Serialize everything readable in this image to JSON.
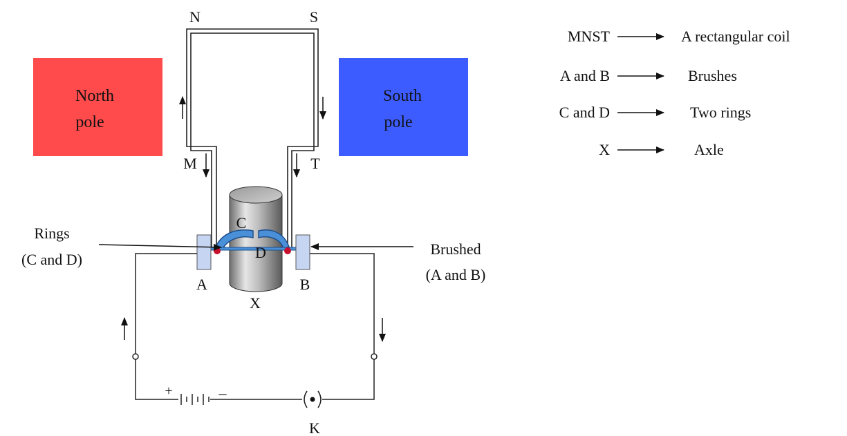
{
  "coil": {
    "labels": {
      "n": "N",
      "s": "S",
      "m": "M",
      "t": "T"
    }
  },
  "magnets": {
    "north": {
      "line1": "North",
      "line2": "pole",
      "color": "#ff4b4b"
    },
    "south": {
      "line1": "South",
      "line2": "pole",
      "color": "#3d5cff"
    }
  },
  "parts": {
    "c": "C",
    "d": "D",
    "a": "A",
    "b": "B",
    "x": "X",
    "k": "K",
    "plus": "+",
    "minus": "–"
  },
  "callouts": {
    "rings": {
      "line1": "Rings",
      "line2": "(C and D)"
    },
    "brushes": {
      "line1": "Brushed",
      "line2": "(A and B)"
    }
  },
  "legend": [
    {
      "key": "MNST",
      "value": "A rectangular coil"
    },
    {
      "key": "A and B",
      "value": "Brushes"
    },
    {
      "key": "C and D",
      "value": "Two rings"
    },
    {
      "key": "X",
      "value": "Axle"
    }
  ],
  "colors": {
    "ring": "#4a90d9",
    "brush": "#c6d6f2",
    "contact": "#c8102e"
  }
}
